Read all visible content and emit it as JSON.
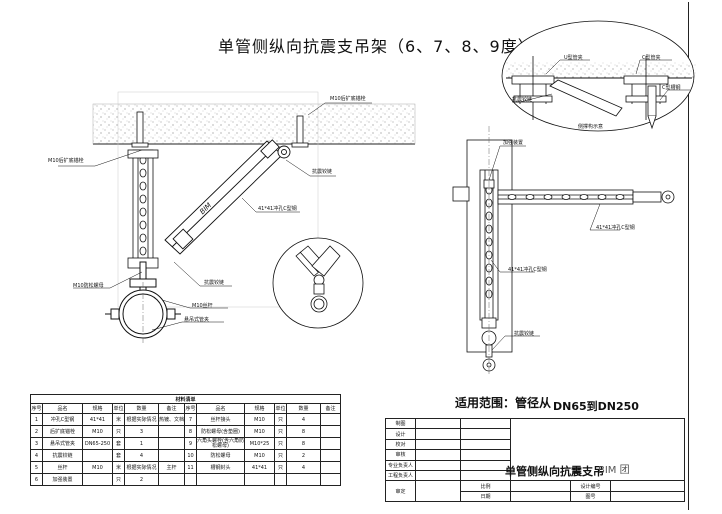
{
  "drawing": {
    "title": "单管侧纵向抗震支吊架（6、7、8、9度）",
    "scope_text": "适用范围：管径从",
    "scope_bold": "DN65到DN250"
  },
  "labels": {
    "anchor_bolt_top": "M10后扩底锚栓",
    "anchor_bolt_left": "M10后扩底锚栓",
    "seismic_hinge_1": "抗震铰链",
    "channel_41_1": "41*41冲孔C型钢",
    "seismic_hinge_2": "抗震铰链",
    "anti_loose_nut": "M10防松螺母",
    "threaded_rod": "M10丝杆",
    "hanging_clamp": "悬吊式管夹",
    "brand_mark": "BIM",
    "detail_u_clamp": "U型管夹",
    "detail_c_clamp": "C型管夹",
    "detail_c_channel": "C型槽钢",
    "detail_hinge": "抗震铰链",
    "detail_caption": "侧撑构示意",
    "side_reinforce": "加强装置",
    "side_channel_1": "41*41冲孔C型钢",
    "side_channel_2": "41*41冲孔C型钢",
    "side_hinge": "抗震铰链"
  },
  "materials": {
    "caption": "材料清单",
    "headers": [
      "序号",
      "品名",
      "规格",
      "单位",
      "数量",
      "备注"
    ],
    "left_rows": [
      [
        "1",
        "冲孔C型钢",
        "41*41",
        "米",
        "根据实际情况",
        "热镀、文档"
      ],
      [
        "2",
        "后扩底锚栓",
        "M10",
        "只",
        "3",
        ""
      ],
      [
        "3",
        "悬吊式管夹",
        "DN65-250",
        "套",
        "1",
        ""
      ],
      [
        "4",
        "抗震铰链",
        "",
        "套",
        "4",
        ""
      ],
      [
        "5",
        "丝杆",
        "M10",
        "米",
        "根据实际情况",
        "主杆"
      ],
      [
        "6",
        "加强装置",
        "",
        "只",
        "2",
        ""
      ]
    ],
    "right_rows": [
      [
        "7",
        "丝杆接头",
        "M10",
        "只",
        "4",
        ""
      ],
      [
        "8",
        "防松螺母(含垫圈)",
        "M10",
        "只",
        "8",
        ""
      ],
      [
        "9",
        "六角头螺栓(含六角防松螺母)",
        "M10*25",
        "只",
        "8",
        ""
      ],
      [
        "10",
        "防松螺母",
        "M10",
        "只",
        "2",
        ""
      ],
      [
        "11",
        "槽钢封头",
        "41*41",
        "只",
        "4",
        ""
      ],
      [
        "",
        "",
        "",
        "",
        "",
        ""
      ]
    ]
  },
  "titleblock": {
    "rows": [
      "制图",
      "设计",
      "校对",
      "审核",
      "专业负责人",
      "工程负责人"
    ],
    "bottom_left": "审定",
    "scale_label": "比例",
    "date_label": "日期",
    "dwg_no_label": "设计编号",
    "sheet_label": "图号",
    "title": "单管侧纵向抗震支吊",
    "watermark": "BIM 团"
  }
}
